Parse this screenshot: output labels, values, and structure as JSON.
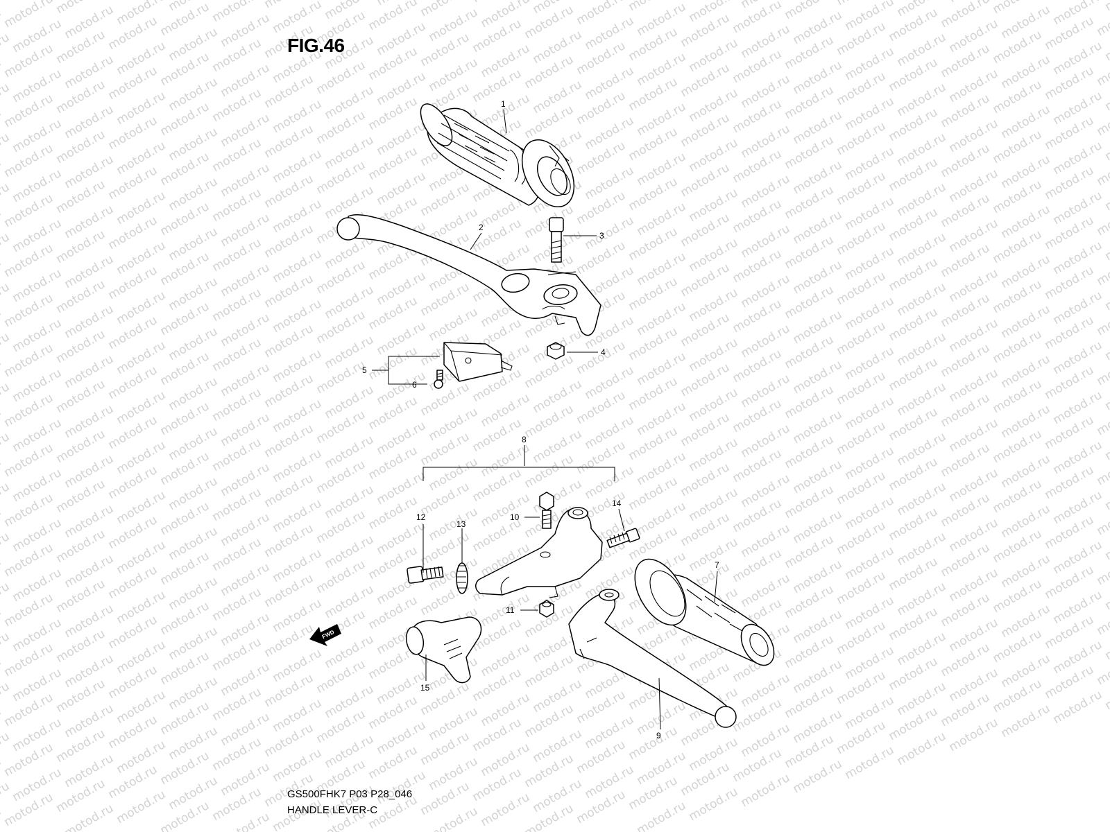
{
  "figure": {
    "title": "FIG.46"
  },
  "watermark": {
    "text": "motod.ru"
  },
  "caption": {
    "code": "GS500FHK7 P03 P28_046",
    "name": "HANDLE LEVER-C"
  },
  "direction_marker": {
    "text": "FWD"
  },
  "callouts": [
    {
      "id": "1",
      "part": "grip-throttle"
    },
    {
      "id": "2",
      "part": "front-brake-lever"
    },
    {
      "id": "3",
      "part": "lever-pivot-bolt"
    },
    {
      "id": "4",
      "part": "lever-pivot-nut"
    },
    {
      "id": "5",
      "part": "brake-light-switch"
    },
    {
      "id": "6",
      "part": "switch-screw"
    },
    {
      "id": "7",
      "part": "left-handlebar-grip"
    },
    {
      "id": "8",
      "part": "clutch-lever-holder-assembly"
    },
    {
      "id": "9",
      "part": "clutch-lever"
    },
    {
      "id": "10",
      "part": "clutch-lever-bolt"
    },
    {
      "id": "11",
      "part": "clutch-lever-nut"
    },
    {
      "id": "12",
      "part": "cable-adjuster-bolt"
    },
    {
      "id": "13",
      "part": "adjuster-locknut"
    },
    {
      "id": "14",
      "part": "holder-clamp-screw"
    },
    {
      "id": "15",
      "part": "lever-boot"
    }
  ]
}
